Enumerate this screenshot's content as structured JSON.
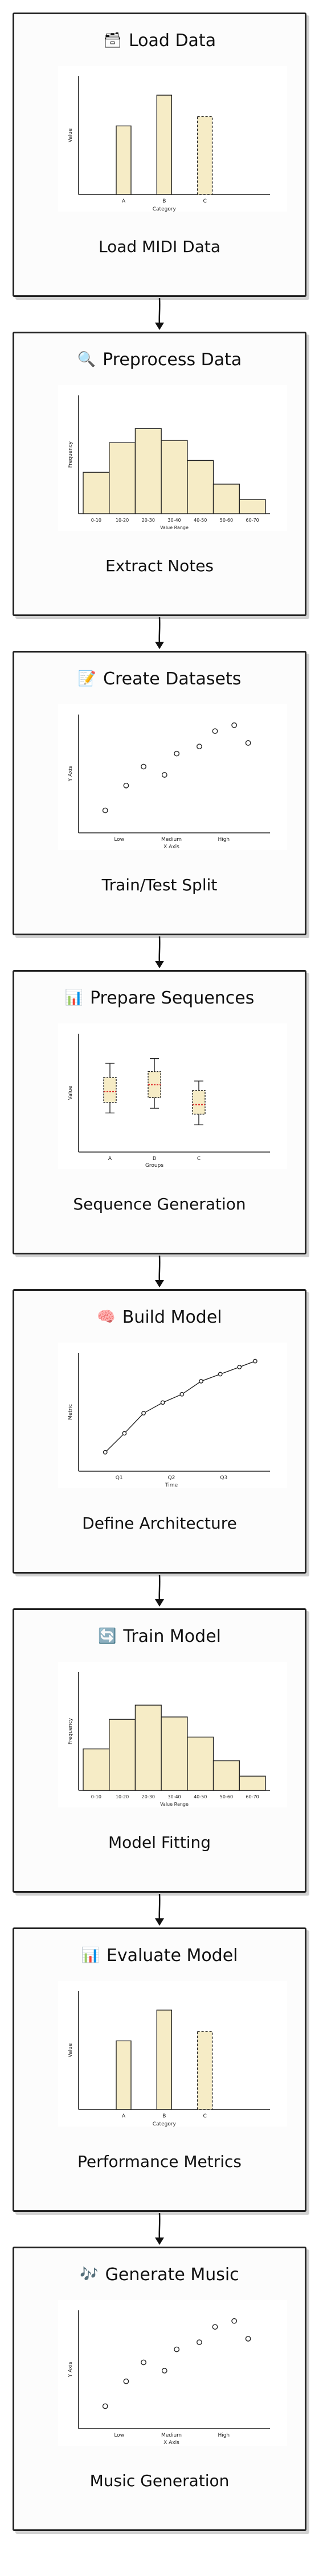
{
  "stages": [
    {
      "icon": "🗃",
      "icon_name": "card-index-icon",
      "title": "Load Data",
      "subtitle": "Load MIDI Data",
      "chart_data": {
        "type": "bar",
        "xlabel": "Category",
        "ylabel": "Value",
        "categories": [
          "A",
          "B",
          "C"
        ],
        "values": [
          0.58,
          0.84,
          0.66
        ],
        "ylim": [
          0,
          1
        ],
        "line_styles": [
          "solid",
          "solid",
          "dashed"
        ]
      }
    },
    {
      "icon": "🔍",
      "icon_name": "magnifier-icon",
      "title": "Preprocess Data",
      "subtitle": "Extract Notes",
      "chart_data": {
        "type": "histogram",
        "xlabel": "Value Range",
        "ylabel": "Frequency",
        "categories": [
          "0-10",
          "10-20",
          "20-30",
          "30-40",
          "40-50",
          "50-60",
          "60-70"
        ],
        "values": [
          0.35,
          0.6,
          0.72,
          0.62,
          0.45,
          0.25,
          0.12
        ],
        "ylim": [
          0,
          1
        ]
      }
    },
    {
      "icon": "📝",
      "icon_name": "memo-icon",
      "title": "Create Datasets",
      "subtitle": "Train/Test Split",
      "chart_data": {
        "type": "scatter",
        "xlabel": "X Axis",
        "ylabel": "Y Axis",
        "xticks": [
          "Low",
          "Medium",
          "High"
        ],
        "xlim": [
          0,
          10
        ],
        "ylim": [
          0,
          10
        ],
        "points": [
          [
            1.2,
            1.9
          ],
          [
            2.4,
            4.0
          ],
          [
            3.4,
            5.6
          ],
          [
            4.6,
            4.9
          ],
          [
            5.3,
            6.7
          ],
          [
            6.6,
            7.3
          ],
          [
            7.5,
            8.6
          ],
          [
            8.6,
            9.1
          ],
          [
            9.4,
            7.6
          ]
        ]
      }
    },
    {
      "icon": "📊",
      "icon_name": "bar-chart-icon",
      "title": "Prepare Sequences",
      "subtitle": "Sequence Generation",
      "chart_data": {
        "type": "box",
        "xlabel": "Groups",
        "ylabel": "Value",
        "categories": [
          "A",
          "B",
          "C"
        ],
        "ylim": [
          0,
          10
        ],
        "boxes": [
          {
            "min": 3.3,
            "q1": 4.2,
            "median": 5.1,
            "q3": 6.3,
            "max": 7.5
          },
          {
            "min": 3.7,
            "q1": 4.6,
            "median": 5.7,
            "q3": 6.8,
            "max": 7.9
          },
          {
            "min": 2.3,
            "q1": 3.2,
            "median": 4.0,
            "q3": 5.2,
            "max": 6.0
          }
        ]
      }
    },
    {
      "icon": "🧠",
      "icon_name": "brain-icon",
      "title": "Build Model",
      "subtitle": "Define Architecture",
      "chart_data": {
        "type": "line",
        "xlabel": "Time",
        "ylabel": "Metric",
        "xticks": [
          "Q1",
          "Q2",
          "Q3"
        ],
        "xlim": [
          0,
          10
        ],
        "ylim": [
          0,
          10
        ],
        "points": [
          [
            1.2,
            1.6
          ],
          [
            2.3,
            3.2
          ],
          [
            3.4,
            4.9
          ],
          [
            4.5,
            5.8
          ],
          [
            5.6,
            6.5
          ],
          [
            6.7,
            7.6
          ],
          [
            7.8,
            8.2
          ],
          [
            8.9,
            8.8
          ],
          [
            9.8,
            9.3
          ]
        ]
      }
    },
    {
      "icon": "🔄",
      "icon_name": "refresh-icon",
      "title": "Train Model",
      "subtitle": "Model Fitting",
      "chart_data": {
        "type": "histogram",
        "xlabel": "Value Range",
        "ylabel": "Frequency",
        "categories": [
          "0-10",
          "10-20",
          "20-30",
          "30-40",
          "40-50",
          "50-60",
          "60-70"
        ],
        "values": [
          0.35,
          0.6,
          0.72,
          0.62,
          0.45,
          0.25,
          0.12
        ],
        "ylim": [
          0,
          1
        ]
      }
    },
    {
      "icon": "📊",
      "icon_name": "bar-chart-icon",
      "title": "Evaluate Model",
      "subtitle": "Performance Metrics",
      "chart_data": {
        "type": "bar",
        "xlabel": "Category",
        "ylabel": "Value",
        "categories": [
          "A",
          "B",
          "C"
        ],
        "values": [
          0.58,
          0.84,
          0.66
        ],
        "ylim": [
          0,
          1
        ],
        "line_styles": [
          "solid",
          "solid",
          "dashed"
        ]
      }
    },
    {
      "icon": "🎶",
      "icon_name": "music-notes-icon",
      "title": "Generate Music",
      "subtitle": "Music Generation",
      "chart_data": {
        "type": "scatter",
        "xlabel": "X Axis",
        "ylabel": "Y Axis",
        "xticks": [
          "Low",
          "Medium",
          "High"
        ],
        "xlim": [
          0,
          10
        ],
        "ylim": [
          0,
          10
        ],
        "points": [
          [
            1.2,
            1.9
          ],
          [
            2.4,
            4.0
          ],
          [
            3.4,
            5.6
          ],
          [
            4.6,
            4.9
          ],
          [
            5.3,
            6.7
          ],
          [
            6.6,
            7.3
          ],
          [
            7.5,
            8.6
          ],
          [
            8.6,
            9.1
          ],
          [
            9.4,
            7.6
          ]
        ]
      }
    }
  ],
  "colors": {
    "bar_fill": "#f6ecc6",
    "outline": "#222222",
    "median": "#e03030",
    "background": "#ffffff"
  }
}
